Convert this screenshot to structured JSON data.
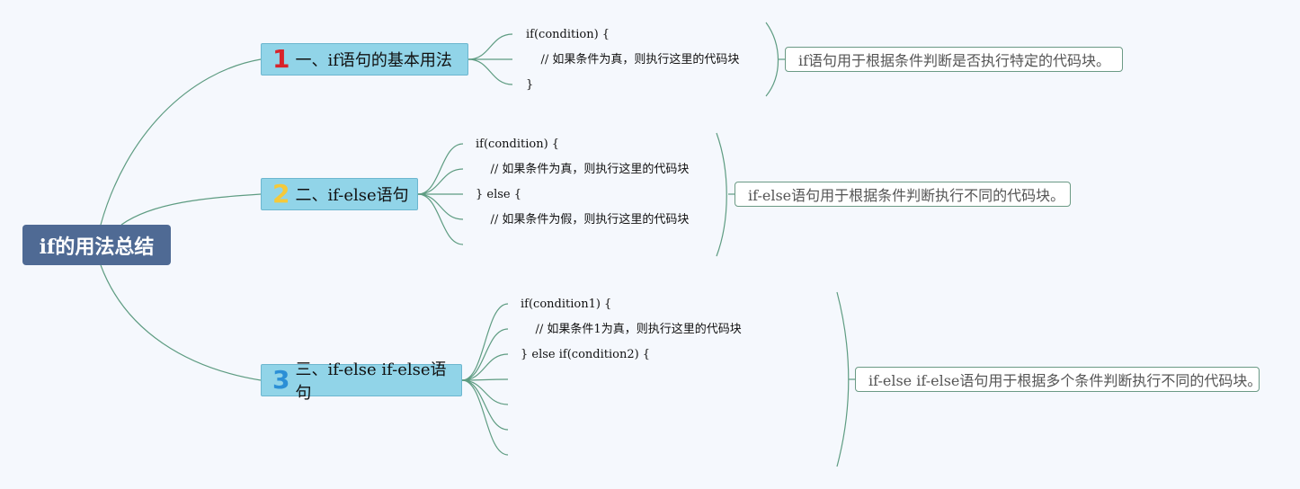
{
  "root": {
    "label": "if的用法总结"
  },
  "branches": [
    {
      "number": "1",
      "label": "一、if语句的基本用法",
      "color": "#d8232a",
      "lines": [
        "if(condition) {",
        "    // 如果条件为真，则执行这里的代码块",
        "}"
      ],
      "summary": "if语句用于根据条件判断是否执行特定的代码块。"
    },
    {
      "number": "2",
      "label": "二、if-else语句",
      "color": "#f5c93a",
      "lines": [
        "if(condition) {",
        "    // 如果条件为真，则执行这里的代码块",
        "} else {",
        "    // 如果条件为假，则执行这里的代码块",
        ""
      ],
      "summary": "if-else语句用于根据条件判断执行不同的代码块。"
    },
    {
      "number": "3",
      "label": "三、if-else if-else语句",
      "color": "#2b8fd6",
      "lines": [
        "if(condition1) {",
        "    // 如果条件1为真，则执行这里的代码块",
        "} else if(condition2) {",
        "",
        "",
        "",
        ""
      ],
      "summary": "if-else if-else语句用于根据多个条件判断执行不同的代码块。"
    }
  ],
  "colors": {
    "line": "#5e9c82",
    "root_bg": "#4f6a94",
    "branch_bg": "#91d4e8"
  }
}
